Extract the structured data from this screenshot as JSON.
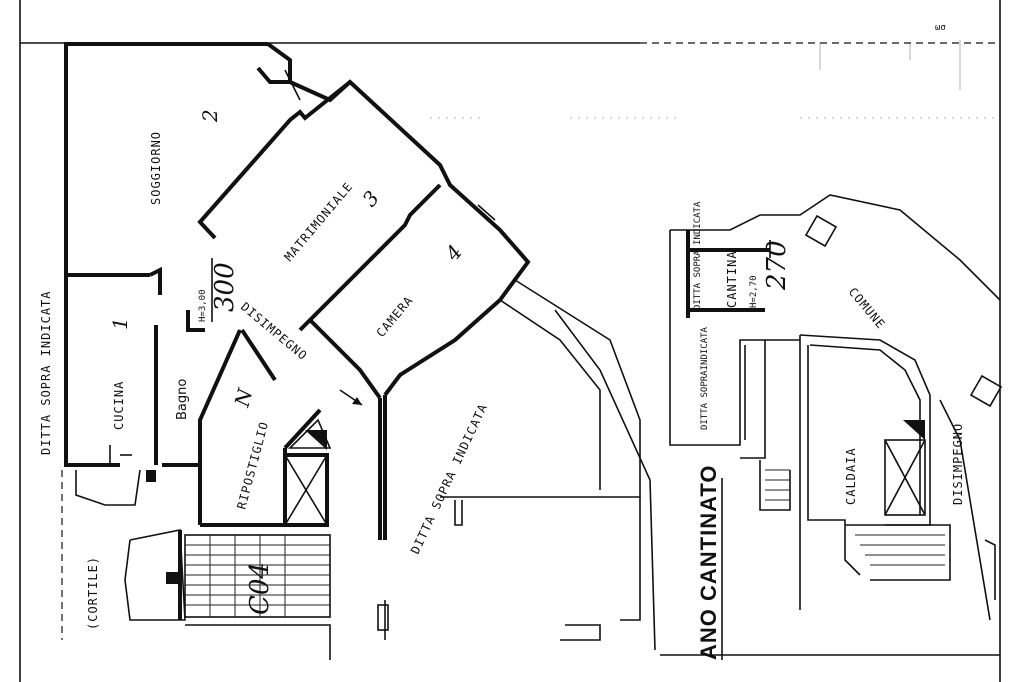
{
  "rooms": {
    "soggiorno": "SOGGIORNO",
    "soggiorno_num": "2",
    "matrimoniale": "MATRIMONIALE",
    "matrimoniale_num": "3",
    "camera": "CAMERA",
    "camera_num": "4",
    "cucina": "CUCINA",
    "cucina_num": "1",
    "bagno": "Bagno",
    "ripostiglio": "RIPOSTIGLIO",
    "ripostiglio_num": "N",
    "disimpegno": "DISIMPEGNO",
    "cortile": "(CORTILE)",
    "cantina": "CANTINA",
    "caldaia": "CALDAIA",
    "disimpegno_basement": "DISIMPEGNO",
    "comune": "COMUNE"
  },
  "heights": {
    "main_height": "H=3,00",
    "main_height_hand": "300",
    "cantina_height": "H=2,70",
    "cantina_height_hand": "270"
  },
  "annotations": {
    "ditta_left": "DITTA   SOPRA   INDICATA",
    "ditta_middle": "DITTA   SOPRA   INDICATA",
    "ditta_basement": "DITTA   SOPRAINDICATA",
    "ditta_cantina": "DITTA SOPRA INDICATA",
    "stair_hand": "C04"
  },
  "floor_title": "ANO CANTINATO",
  "corner_mark": "ωσ"
}
